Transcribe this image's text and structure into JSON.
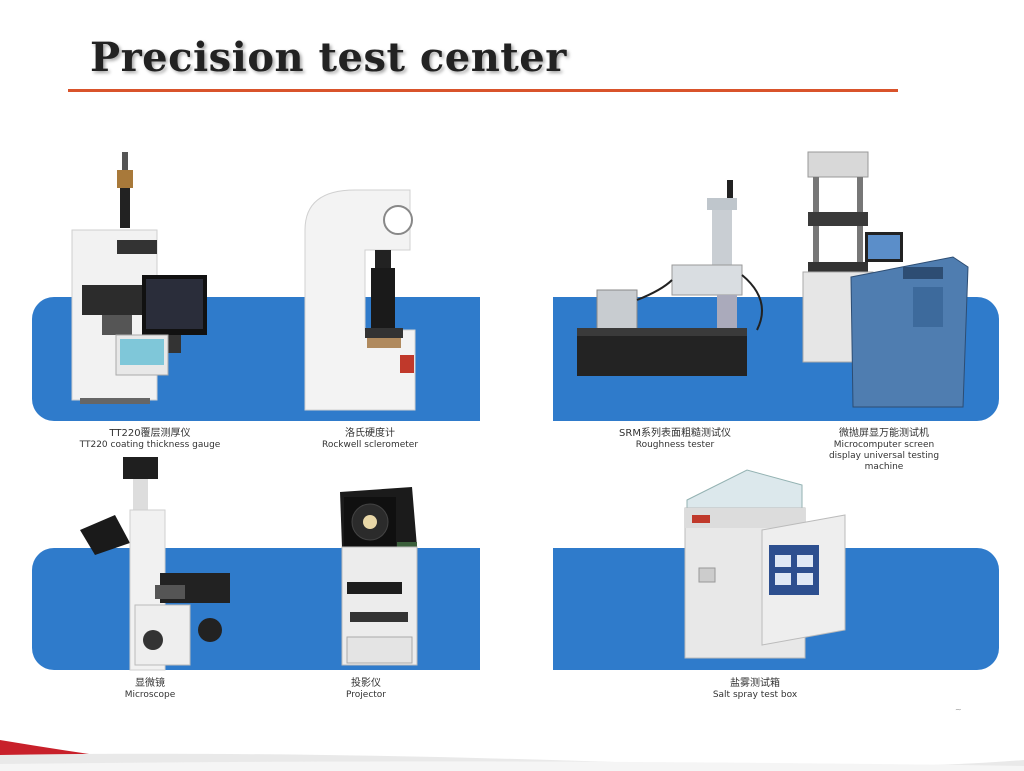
{
  "page": {
    "title": "Precision test center",
    "page_number": "~"
  },
  "colors": {
    "band": "#2f7bcb",
    "title_rule": "#d9532b",
    "footer": "#c8202a"
  },
  "instruments": [
    {
      "zh": "TT220覆层测厚仪",
      "en": "TT220 coating thickness gauge",
      "icon": "coating-thickness-gauge-icon"
    },
    {
      "zh": "洛氏硬度计",
      "en": "Rockwell sclerometer",
      "icon": "rockwell-hardness-tester-icon"
    },
    {
      "zh": "SRM系列表面粗糙测试仪",
      "en": "Roughness tester",
      "icon": "roughness-tester-icon"
    },
    {
      "zh": "微抛屏显万能测试机",
      "en": "Microcomputer screen display universal testing machine",
      "icon": "universal-testing-machine-icon"
    },
    {
      "zh": "显微镜",
      "en": "Microscope",
      "icon": "microscope-icon"
    },
    {
      "zh": "投影仪",
      "en": "Projector",
      "icon": "projector-icon"
    },
    {
      "zh": "盐雾测试箱",
      "en": "Salt spray test box",
      "icon": "salt-spray-box-icon"
    }
  ]
}
